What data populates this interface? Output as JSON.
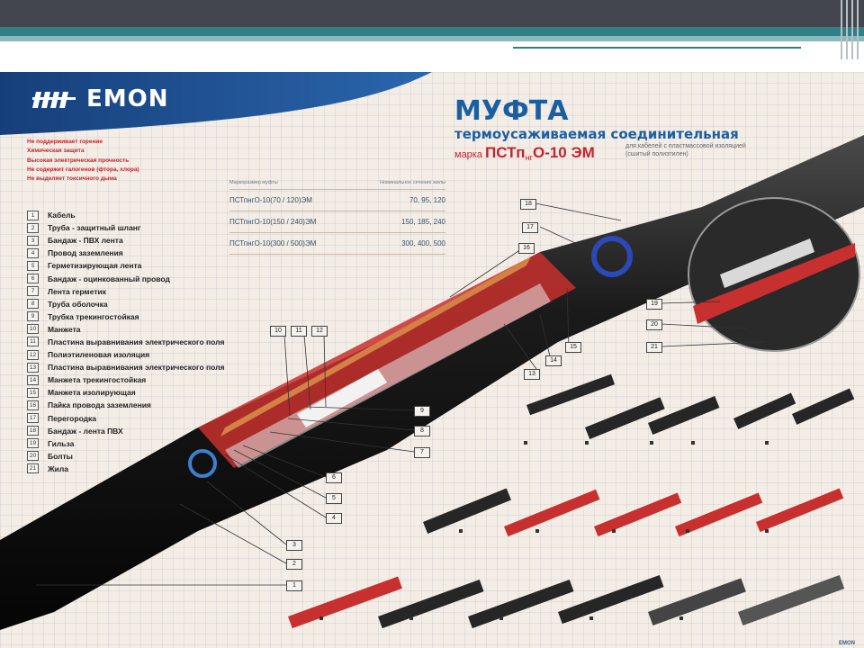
{
  "poster": {
    "brand": "EMON",
    "title": "МУФТА",
    "subtitle": "термоусаживаемая соединительная",
    "model_prefix": "марка",
    "model": "ПСТп",
    "model_sub": "нг",
    "model_suffix": "О-10 ЭМ",
    "model_note": "для кабелей с пластмассовой изоляцией (сшитый полиэтилен)",
    "properties": [
      "Не поддерживает горение",
      "Химическая защита",
      "Высокая электрическая прочность",
      "Не содержит галогенов (фтора, хлора)",
      "Не выделяет токсичного дыма"
    ],
    "size_table": {
      "col1": "Маркоразмер муфты",
      "col2": "Номинальное сечение жилы",
      "rows": [
        {
          "model": "ПСТпнгО-10(70 / 120)ЭМ",
          "sections": "70, 95, 120"
        },
        {
          "model": "ПСТпнгО-10(150 / 240)ЭМ",
          "sections": "150, 185, 240"
        },
        {
          "model": "ПСТпнгО-10(300 / 500)ЭМ",
          "sections": "300, 400, 500"
        }
      ]
    },
    "legend": [
      {
        "n": "1",
        "label": "Кабель"
      },
      {
        "n": "2",
        "label": "Труба - защитный шланг"
      },
      {
        "n": "3",
        "label": "Бандаж - ПВХ лента"
      },
      {
        "n": "4",
        "label": "Провод заземления"
      },
      {
        "n": "5",
        "label": "Герметизирующая лента"
      },
      {
        "n": "6",
        "label": "Бандаж - оцинкованный провод"
      },
      {
        "n": "7",
        "label": "Лента герметик"
      },
      {
        "n": "8",
        "label": "Труба оболочка"
      },
      {
        "n": "9",
        "label": "Трубка трекингостойкая"
      },
      {
        "n": "10",
        "label": "Манжета"
      },
      {
        "n": "11",
        "label": "Пластина выравнивания электрического поля"
      },
      {
        "n": "12",
        "label": "Полиэтиленовая изоляция"
      },
      {
        "n": "13",
        "label": "Пластина выравнивания электрического поля"
      },
      {
        "n": "14",
        "label": "Манжета трекингостойкая"
      },
      {
        "n": "15",
        "label": "Манжета изолирующая"
      },
      {
        "n": "16",
        "label": "Пайка провода заземления"
      },
      {
        "n": "17",
        "label": "Перегородка"
      },
      {
        "n": "18",
        "label": "Бандаж - лента ПВХ"
      },
      {
        "n": "19",
        "label": "Гильза"
      },
      {
        "n": "20",
        "label": "Болты"
      },
      {
        "n": "21",
        "label": "Жила"
      }
    ],
    "watermark": "EMON",
    "colors": {
      "header_blue": "#1e4f8f",
      "title_blue": "#1c5fa0",
      "accent_red": "#c0252b",
      "cable_black": "#1a1a1a"
    }
  }
}
